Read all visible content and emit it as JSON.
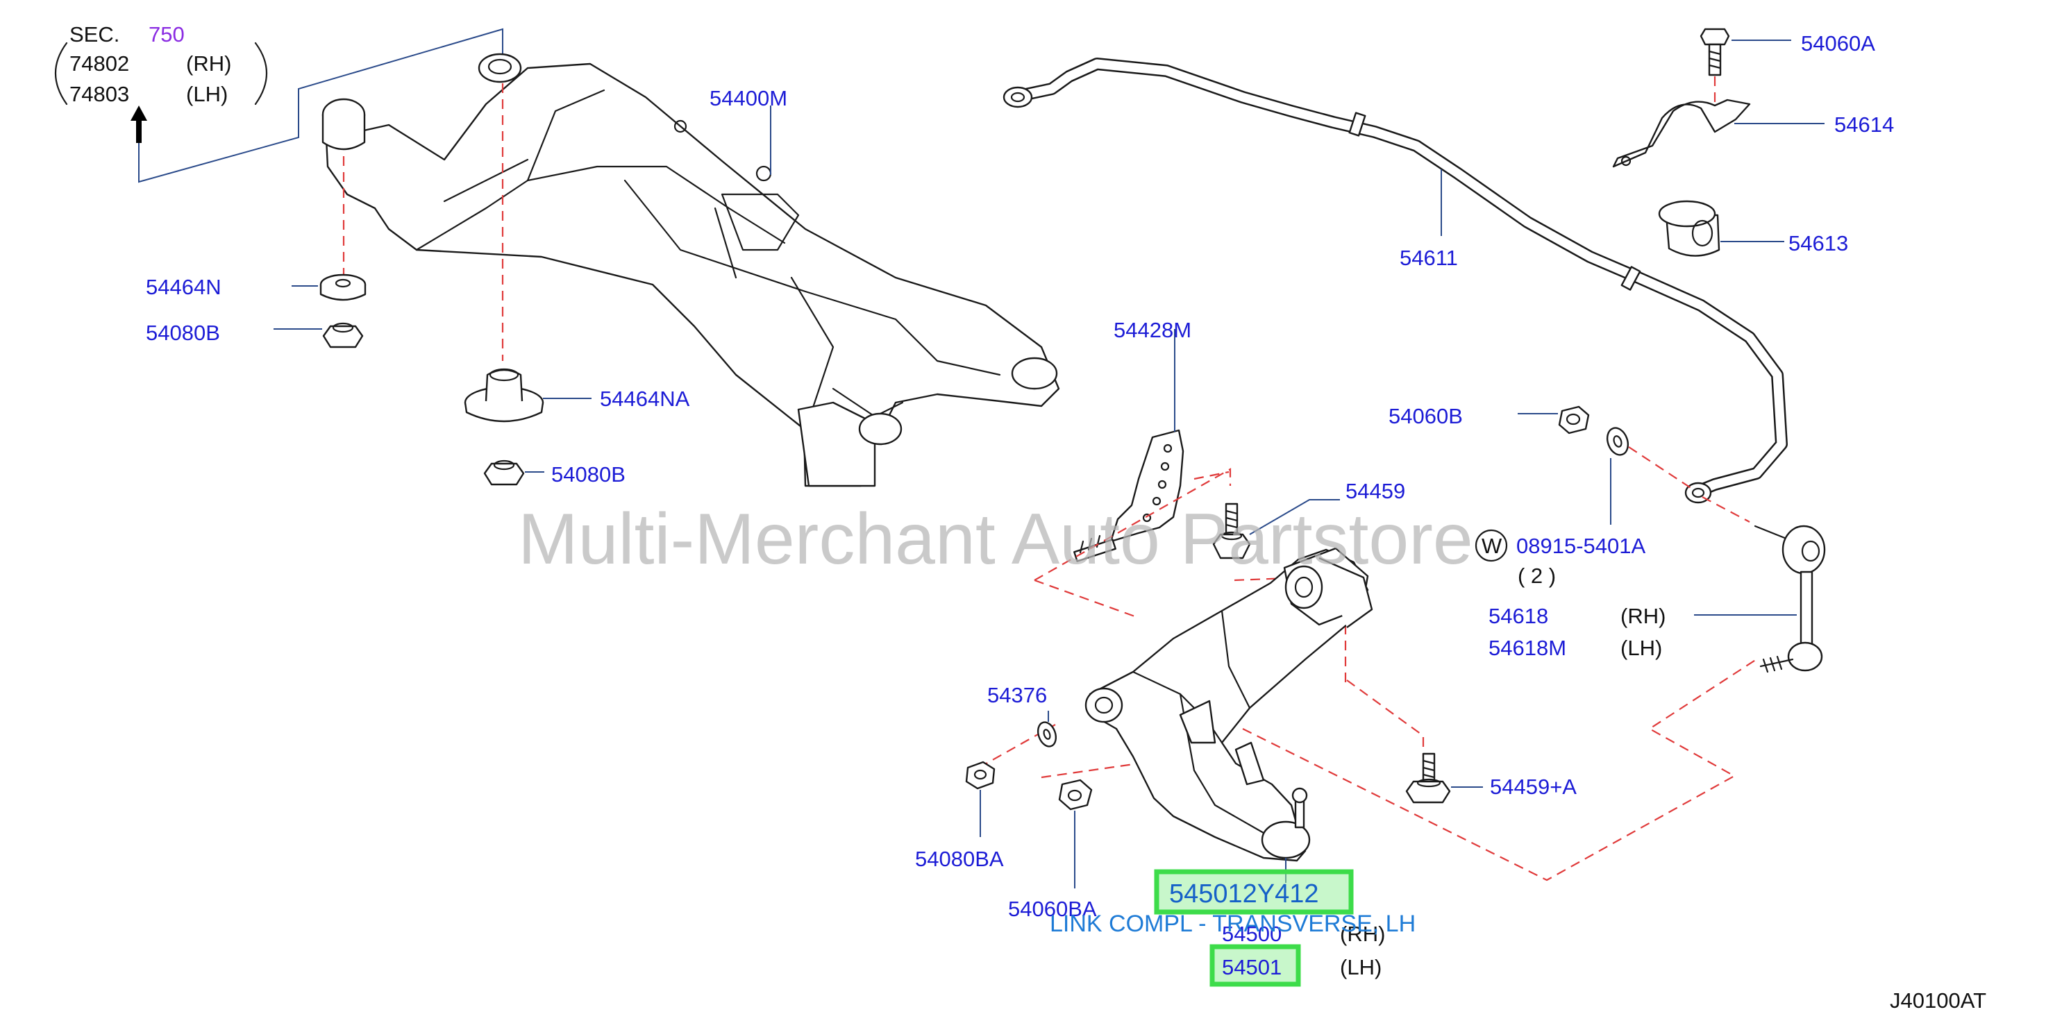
{
  "diagram": {
    "diagram_code": "J40100AT",
    "watermark": "Multi-Merchant Auto Partstore",
    "section_ref": {
      "sec_label": "SEC.",
      "sec_number": "750",
      "rh_part": "74802",
      "rh_side": "(RH)",
      "lh_part": "74803",
      "lh_side": "(LH)"
    },
    "callouts": {
      "p54400M": "54400M",
      "p54464N": "54464N",
      "p54080B_1": "54080B",
      "p54464NA": "54464NA",
      "p54080B_2": "54080B",
      "p54611": "54611",
      "p54060A": "54060A",
      "p54614": "54614",
      "p54613": "54613",
      "p54428M": "54428M",
      "p54060B": "54060B",
      "p54459": "54459",
      "p08915": "08915-5401A",
      "washer_symbol": "W",
      "qty_08915": "( 2 )",
      "p54618": "54618",
      "p54618_side": "(RH)",
      "p54618M": "54618M",
      "p54618M_side": "(LH)",
      "p54376": "54376",
      "p54459A": "54459+A",
      "p54080BA": "54080BA",
      "p54060BA": "54060BA",
      "p54500": "54500",
      "p54500_side": "(RH)",
      "p54501": "54501",
      "p54501_side": "(LH)"
    },
    "highlight": {
      "part_number": "545012Y412",
      "description": "LINK COMPL - TRANSVERSE, LH",
      "box_color": "#3ddc4a"
    },
    "colors": {
      "label_blue": "#1c1cd6",
      "highlight_text": "#1560c8",
      "leader_dash": "#e03a3a"
    }
  }
}
